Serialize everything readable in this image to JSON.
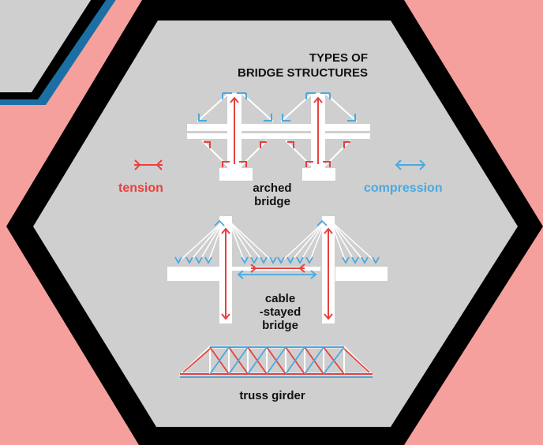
{
  "title": {
    "line1": "TYPES OF",
    "line2": "BRIDGE STRUCTURES"
  },
  "legend": {
    "tension_label": "tension",
    "compression_label": "compression"
  },
  "bridges": {
    "arched": {
      "line1": "arched",
      "line2": "bridge"
    },
    "cable_stayed": {
      "line1": "cable",
      "line2": "-stayed",
      "line3": "bridge"
    },
    "truss": {
      "line1": "truss girder"
    }
  },
  "colors": {
    "background": "#f5a09d",
    "panel": "#cfcfcf",
    "frame": "#000000",
    "shadow_panel": "#1b6fa5",
    "structure": "#ffffff",
    "tension": "#e8403e",
    "compression": "#4aa9e0",
    "text": "#111111"
  }
}
